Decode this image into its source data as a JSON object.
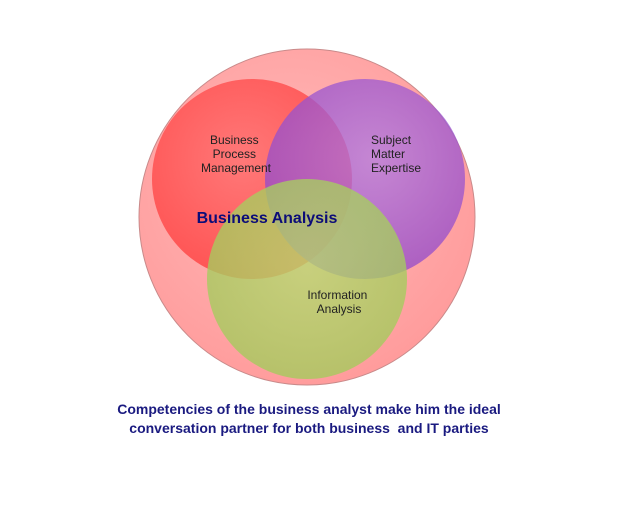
{
  "diagram": {
    "center_label": "Business Analysis",
    "circles": [
      {
        "id": "outer",
        "lines": [],
        "color": "#ff8f8f"
      },
      {
        "id": "bpm",
        "lines": [
          "Business",
          "Process",
          "Management"
        ],
        "color": "#ff5252"
      },
      {
        "id": "sme",
        "lines": [
          "Subject",
          "Matter",
          "Expertise"
        ],
        "color": "#9a4fd0"
      },
      {
        "id": "ia",
        "lines": [
          "Information",
          "Analysis"
        ],
        "color": "#a6cf5c"
      }
    ]
  },
  "caption": {
    "line1": "Competencies of the business analyst make him the ideal",
    "line2": "conversation partner for both business  and IT parties"
  }
}
